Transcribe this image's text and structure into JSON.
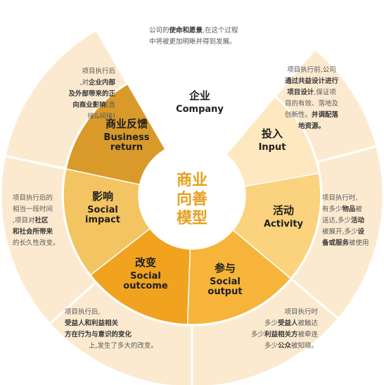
{
  "center": {
    "lines": [
      "商业",
      "向善",
      "模型"
    ]
  },
  "segments": [
    {
      "zh": "企业",
      "en": "Company"
    },
    {
      "zh": "投入",
      "en": "Input"
    },
    {
      "zh": "活动",
      "en": "Activity"
    },
    {
      "zh": "参与",
      "en": "Social",
      "en2": "output"
    },
    {
      "zh": "改变",
      "en": "Social",
      "en2": "outcome"
    },
    {
      "zh": "影响",
      "en": "Social",
      "en2": "impact"
    },
    {
      "zh": "商业反馈",
      "en": "Business",
      "en2": "return"
    }
  ],
  "annotations": {
    "company": {
      "l1a": "公司的",
      "l1b": "使命和愿景",
      "l1c": ",在这个过程",
      "l2": "中将被更加明晰并得到发展。"
    },
    "input": {
      "l1": "项目执行前,公司",
      "l2": "通过共益设计进行",
      "l3a": "项目设计",
      "l3b": ",保证项",
      "l4": "目的有效、落地及",
      "l5a": "创新性。",
      "l5b": "并调配落",
      "l6": "地资源。"
    },
    "activity": {
      "l1": "项目执行时,",
      "l2a": "有多少",
      "l2b": "物品",
      "l2c": "被",
      "l3a": "送达,多少",
      "l3b": "活动",
      "l4": "被展开,多少",
      "l4b": "设",
      "l5a": "备或服务",
      "l5b": "被使用"
    },
    "output": {
      "l1": "项目执行时",
      "l2a": "多少",
      "l2b": "受益人",
      "l2c": "被触达",
      "l3a": "多少",
      "l3b": "利益相关方",
      "l3c": "被牵连",
      "l4a": "多少",
      "l4b": "公众",
      "l4c": "被知晓。"
    },
    "outcome": {
      "l1": "项目执行后,",
      "l2": "受益人和利益相关",
      "l3": "方在行为与意识的变化",
      "l4": "上,发生了多大的改变。"
    },
    "impact": {
      "l1": "项目执行后的",
      "l2": "相当一段时间",
      "l3a": ",项目对",
      "l3b": "社区",
      "l4": "和社会所带来",
      "l5": "的长久性改变。"
    },
    "business": {
      "l1": "项目执行后",
      "l2a": ",对",
      "l2b": "企业内部",
      "l3": "及外部带来的正",
      "l4a": "向商业影响",
      "l4b": "(直",
      "l5": "接&间接)"
    }
  },
  "colors": {
    "outer_ring": "#fbead0",
    "outer_ring_top": "#ffffff",
    "company": "#ffffff",
    "input": "#fde8bf",
    "activity": "#fbd27e",
    "output": "#f6b53a",
    "outcome": "#f1a21f",
    "impact": "#f3c462",
    "business": "#d99a2a",
    "center_text": "#e6a020"
  }
}
